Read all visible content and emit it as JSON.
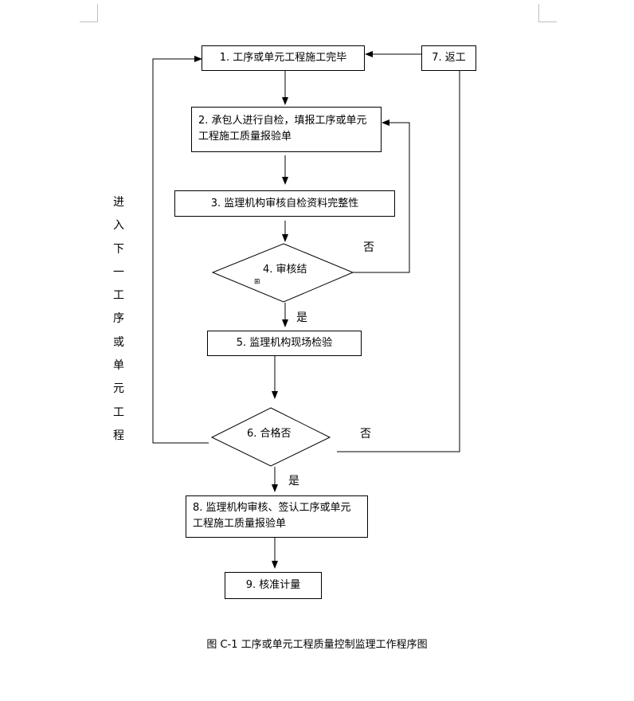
{
  "steps": {
    "s1": "1. 工序或单元工程施工完毕",
    "s2": "2. 承包人进行自检，填报工序或单元工程施工质量报验单",
    "s3": "3. 监理机构审核自检资料完整性",
    "s4": "4. 审核结",
    "s4_mark": "⊞",
    "s5": "5. 监理机构现场检验",
    "s6": "6. 合格否",
    "s7": "7. 返工",
    "s8": "8. 监理机构审核、签认工序或单元工程施工质量报验单",
    "s9": "9. 核准计量"
  },
  "labels": {
    "no_top": "否",
    "yes_top": "是",
    "no_bottom": "否",
    "yes_bottom": "是",
    "side_text": "进入下一工序或单元工程"
  },
  "caption": "图 C-1   工序或单元工程质量控制监理工作程序图"
}
